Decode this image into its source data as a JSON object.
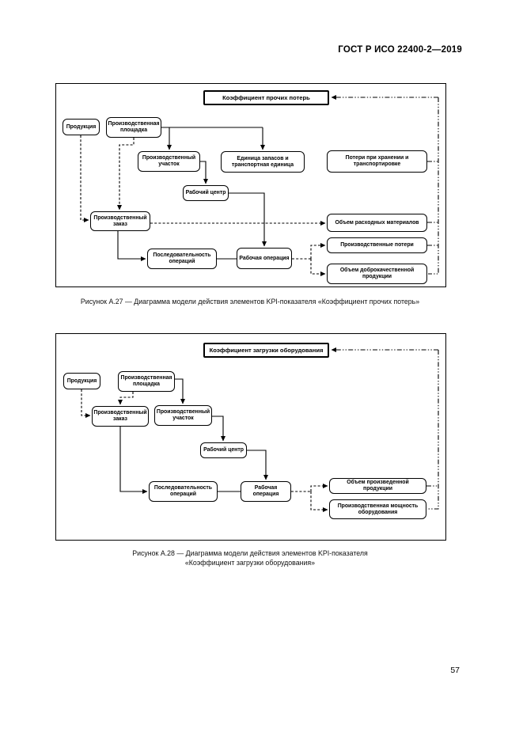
{
  "header": {
    "doc_code": "ГОСТ Р ИСО 22400-2—2019"
  },
  "page_number": "57",
  "figure_a27": {
    "kpi_title": "Коэффициент прочих потерь",
    "caption": "Рисунок А.27 — Диаграмма модели действия элементов KPI-показателя «Коэффициент прочих потерь»",
    "nodes": {
      "product": "Продукция",
      "site": "Производственная площадка",
      "work_area": "Производственный участок",
      "storage_transport_unit": "Единица запасов и транспортная единица",
      "storage_transport_losses": "Потери при хранении и транспортировке",
      "work_center": "Рабочий центр",
      "production_order": "Производственный заказ",
      "consumables_quantity": "Объем расходных материалов",
      "operation_sequence": "Последовательность операций",
      "work_operation": "Рабочая операция",
      "production_losses": "Производственные потери",
      "good_quantity": "Объем доброкачественной продукции"
    }
  },
  "figure_a28": {
    "kpi_title": "Коэффициент загрузки оборудования",
    "caption_line1": "Рисунок А.28 — Диаграмма модели действия элементов KPI-показателя",
    "caption_line2": "«Коэффициент загрузки оборудования»",
    "nodes": {
      "product": "Продукция",
      "site": "Производственная площадка",
      "production_order": "Производственный заказ",
      "work_area": "Производственный участок",
      "work_center": "Рабочий центр",
      "operation_sequence": "Последовательность операций",
      "work_operation": "Рабочая операция",
      "produced_quantity": "Объем произведенной продукции",
      "equipment_capacity": "Производственная мощность оборудования"
    }
  }
}
